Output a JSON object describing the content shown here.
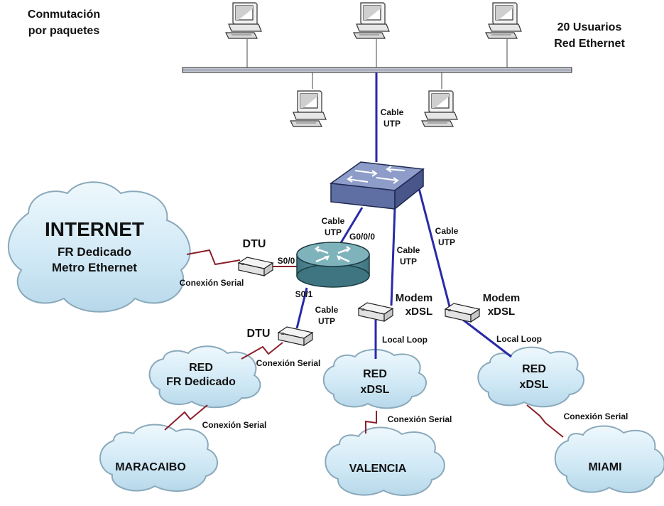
{
  "labels": {
    "switching": [
      "Conmutación",
      "por paquetes"
    ],
    "lan": [
      "20 Usuarios",
      "Red Ethernet"
    ],
    "cable_utp": [
      "Cable",
      "UTP"
    ],
    "dtu": "DTU",
    "s00": "S0/0",
    "s01": "S0/1",
    "g000": "G0/0/0",
    "modem": [
      "Modem",
      "xDSL"
    ],
    "local_loop": "Local Loop",
    "conexion_serial": "Conexión Serial"
  },
  "clouds": {
    "internet": [
      "INTERNET",
      "FR Dedicado",
      "Metro Ethernet"
    ],
    "red_fr": [
      "RED",
      "FR Dedicado"
    ],
    "red_xdsl": [
      "RED",
      "xDSL"
    ],
    "maracaibo": "MARACAIBO",
    "valencia": "VALENCIA",
    "miami": "MIAMI"
  },
  "colors": {
    "utp_line": "#2a2aa8",
    "serial_line": "#8a1f2a",
    "cloud_fill": "#cfe8f5",
    "cloud_stroke": "#8aa9bb",
    "switch_fill": "#6f82b5",
    "router_fill": "#4f8b96"
  },
  "icons": [
    "computer-icon",
    "switch-icon",
    "router-icon",
    "dtu-icon",
    "modem-icon",
    "cloud-icon"
  ]
}
